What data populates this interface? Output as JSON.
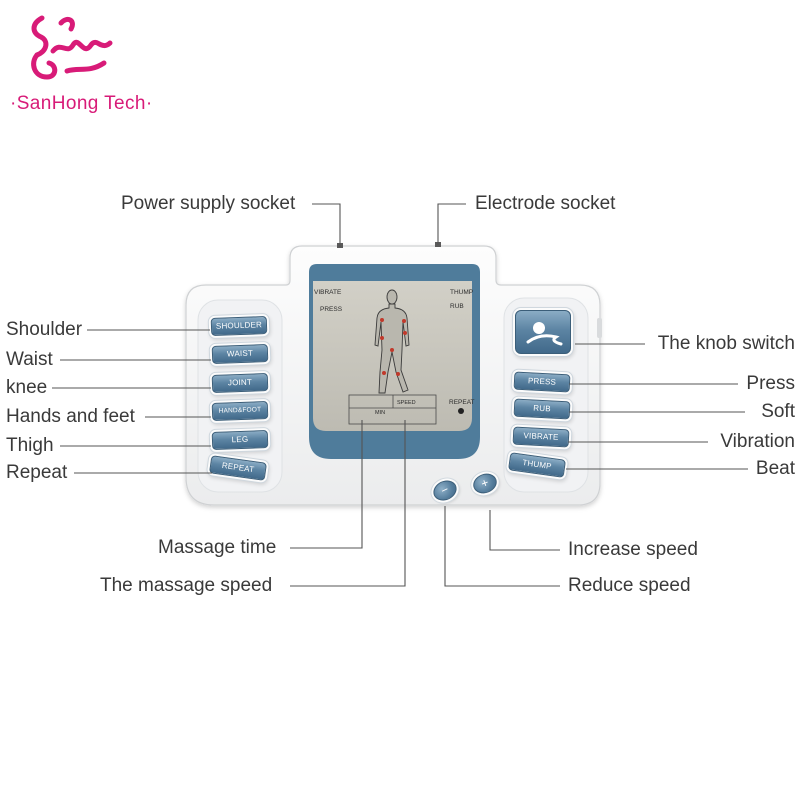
{
  "logo": {
    "brand_text": "·SanHong Tech·"
  },
  "callouts": {
    "power_supply_socket": "Power supply socket",
    "electrode_socket": "Electrode socket",
    "shoulder": "Shoulder",
    "waist": "Waist",
    "knee": "knee",
    "hands_and_feet": "Hands and feet",
    "thigh": "Thigh",
    "repeat": "Repeat",
    "knob_switch": "The knob switch",
    "press": "Press",
    "soft": "Soft",
    "vibration": "Vibration",
    "beat": "Beat",
    "massage_time": "Massage time",
    "massage_speed": "The massage speed",
    "increase_speed": "Increase speed",
    "reduce_speed": "Reduce speed"
  },
  "device": {
    "left_buttons": {
      "shoulder": "SHOULDER",
      "waist": "WAIST",
      "joint": "JOINT",
      "hand_foot": "HAND&FOOT",
      "leg": "LEG",
      "repeat": "REPEAT"
    },
    "right_buttons": {
      "press": "PRESS",
      "rub": "RUB",
      "vibrate": "VIBRATE",
      "thump": "THUMP"
    },
    "speed_buttons": {
      "minus": "−",
      "plus": "+"
    },
    "lcd": {
      "vibrate": "VIBRATE",
      "press": "PRESS",
      "thump": "THUMP",
      "rub": "RUB",
      "repeat": "REPEAT",
      "speed": "SPEED",
      "time": "MIN"
    }
  },
  "icons": {
    "logo": "swan-logo-icon",
    "knob_button": "knob-switch-icon",
    "lcd_figure": "human-body-icon"
  },
  "colors": {
    "brand": "#d81b78",
    "device_blue": "#4f7c9b",
    "lcd": "#c9c7be",
    "label_text": "#3a3a3a",
    "leader_line": "#555555",
    "acupoint": "#c0392b"
  }
}
